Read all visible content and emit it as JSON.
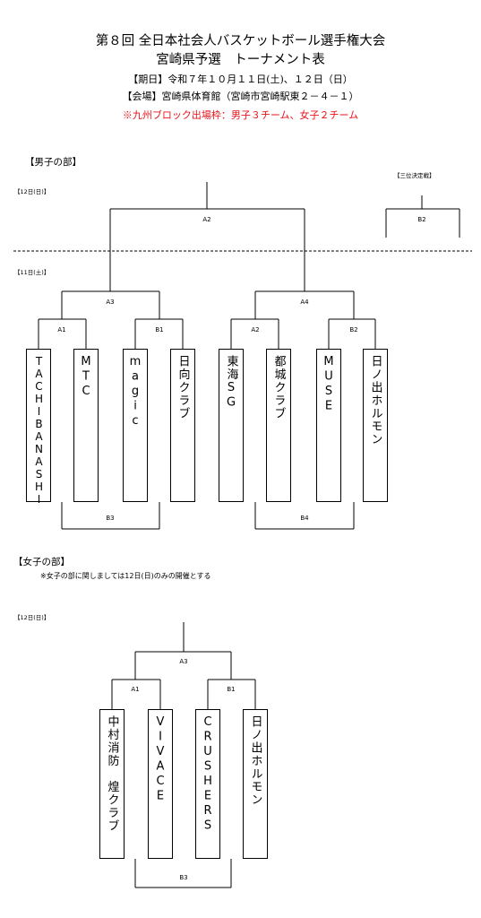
{
  "header": {
    "title1": "第８回 全日本社会人バスケットボール選手権大会",
    "title2": "宮崎県予選　トーナメント表",
    "period": "【期日】令和７年１０月１１日(土)、１２日（日）",
    "venue": "【会場】宮崎県体育館（宮崎市宮崎駅東２－４－１）",
    "note": "※九州ブロック出場枠：男子３チーム、女子２チーム"
  },
  "men": {
    "heading": "【男子の部】",
    "day12": "【12日(日)】",
    "day11": "【11日(土)】",
    "third_place": "【三位決定戦】",
    "match_labels": {
      "final": "A2",
      "third": "B2",
      "semi_left": "A3",
      "semi_right": "A4",
      "q1": "A1",
      "q2": "B1",
      "q3": "A2",
      "q4": "B2",
      "cons_left": "B3",
      "cons_right": "B4"
    },
    "teams": [
      "TACHIBANASHI",
      "MTC",
      "magic",
      "日向クラブ",
      "東海SG",
      "都城クラブ",
      "MUSE",
      "日ノ出ホルモン"
    ]
  },
  "women": {
    "heading": "【女子の部】",
    "note": "※女子の部に関しましては12日(日)のみの開催とする",
    "day12": "【12日(日)】",
    "match_labels": {
      "final": "A3",
      "left": "A1",
      "right": "B1",
      "cons": "B3"
    },
    "teams": [
      "中村消防　煌クラブ",
      "VIVACE",
      "CRUSHERS",
      "日ノ出ホルモン"
    ]
  }
}
